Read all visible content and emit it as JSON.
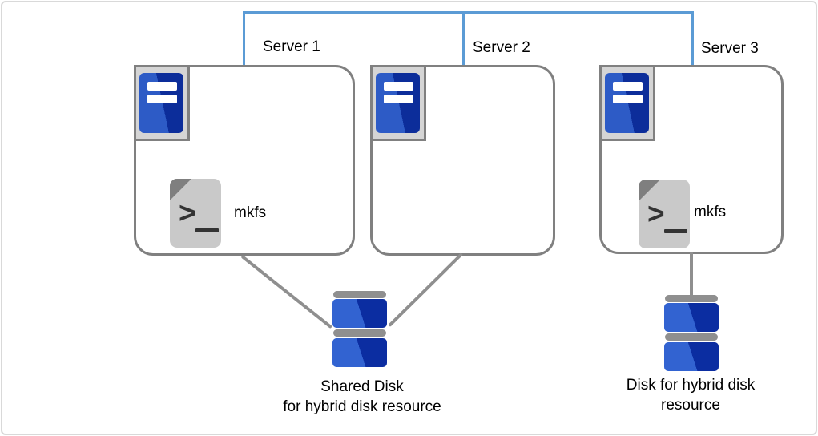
{
  "servers": [
    {
      "label": "Server 1",
      "mkfs_label": "mkfs"
    },
    {
      "label": "Server 2"
    },
    {
      "label": "Server 3",
      "mkfs_label": "mkfs"
    }
  ],
  "shared_disk": {
    "caption_line1": "Shared Disk",
    "caption_line2": "for hybrid disk resource"
  },
  "server3_disk": {
    "caption_line1": "Disk for hybrid disk",
    "caption_line2": "resource"
  },
  "colors": {
    "net_blue": "#5B9BD5",
    "box_border": "#808080",
    "line_gray": "#8f8f8f",
    "icon_bg": "#d5d5d5",
    "tower_light": "#2d5bc6",
    "tower_dark": "#0c2d9a",
    "disk_light": "#3263d1",
    "disk_dark": "#0b2da1",
    "doc_gray": "#c9c9c9",
    "fold_gray": "#7f7f7f",
    "prompt_dark": "#333333",
    "frame_border": "#d9d9d9"
  }
}
